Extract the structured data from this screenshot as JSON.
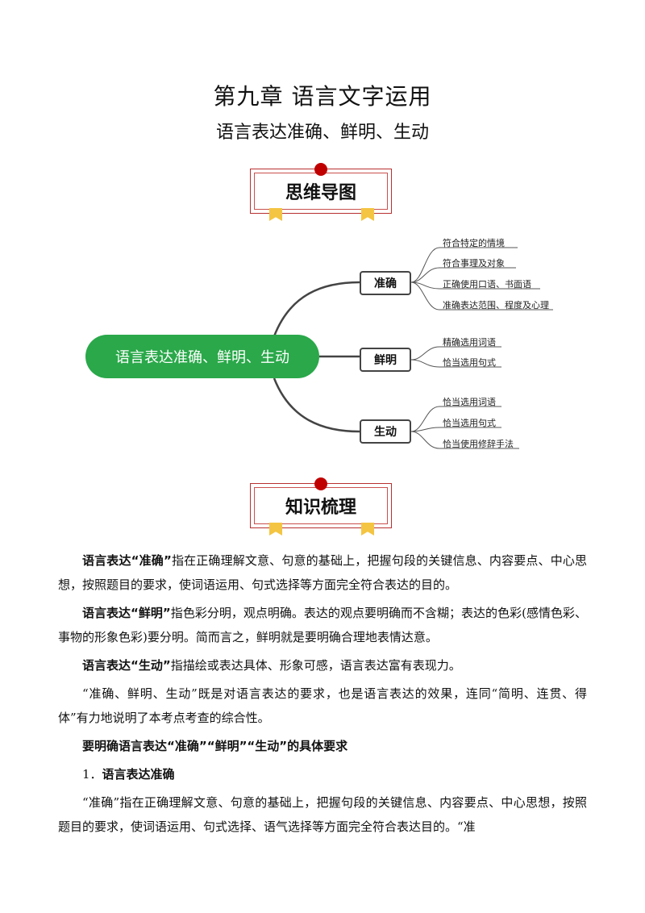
{
  "chapter_title": "第九章  语言文字运用",
  "subtitle": "语言表达准确、鲜明、生动",
  "banner_mindmap": "思维导图",
  "banner_knowledge": "知识梳理",
  "mindmap": {
    "root": "语言表达准确、鲜明、生动",
    "branches": [
      {
        "label": "准确",
        "leaves": [
          "符合特定的情境",
          "符合事理及对象",
          "正确使用口语、书面语",
          "准确表达范围、程度及心理"
        ]
      },
      {
        "label": "鲜明",
        "leaves": [
          "精确选用词语",
          "恰当选用句式"
        ]
      },
      {
        "label": "生动",
        "leaves": [
          "恰当选用词语",
          "恰当选用句式",
          "恰当使用修辞手法"
        ]
      }
    ]
  },
  "paragraphs": [
    {
      "lead": "语言表达",
      "term": "“准确”",
      "text": "指在正确理解文意、句意的基础上，把握句段的关键信息、内容要点、中心思想，按照题目的要求，使词语运用、句式选择等方面完全符合表达的目的。"
    },
    {
      "lead": "语言表达",
      "term": "“鲜明”",
      "text": "指色彩分明，观点明确。表达的观点要明确而不含糊；表达的色彩(感情色彩、事物的形象色彩)要分明。简而言之，鲜明就是要明确合理地表情达意。"
    },
    {
      "lead": "语言表达",
      "term": "“生动”",
      "text": "指描绘或表达具体、形象可感，语言表达富有表现力。"
    },
    {
      "lead": "",
      "term": "",
      "text": "“准确、鲜明、生动”既是对语言表达的要求，也是语言表达的效果，连同“简明、连贯、得体”有力地说明了本考点考查的综合性。"
    }
  ],
  "heading": "要明确语言表达“准确”“鲜明”“生动”的具体要求",
  "subheading_num": "1．",
  "subheading_text": "语言表达准确",
  "final_paragraph": "“准确”指在正确理解文意、句意的基础上，把握句段的关键信息、内容要点、中心思想，按照题目的要求，使词语运用、句式选择、语气选择等方面完全符合表达目的。“准"
}
